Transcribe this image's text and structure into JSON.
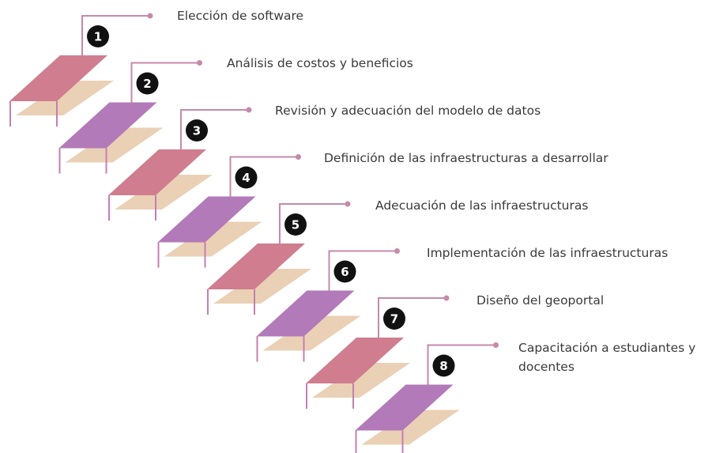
{
  "colors": {
    "pink_plate": "#cf7d8f",
    "purple_plate": "#b27ab8",
    "shadow_plate": "#ead0b5",
    "leg_stroke": "#c47fb2",
    "connector": "#c58aab",
    "badge_fill": "#111111"
  },
  "steps": [
    {
      "number": "1",
      "label": "Elección de software",
      "plate": "pink"
    },
    {
      "number": "2",
      "label": "Análisis de costos y beneficios",
      "plate": "purple"
    },
    {
      "number": "3",
      "label": "Revisión y adecuación del modelo de datos",
      "plate": "pink"
    },
    {
      "number": "4",
      "label": "Definición de las infraestructuras a desarrollar",
      "plate": "purple"
    },
    {
      "number": "5",
      "label": "Adecuación de las infraestructuras",
      "plate": "pink"
    },
    {
      "number": "6",
      "label": "Implementación de las infraestructuras",
      "plate": "purple"
    },
    {
      "number": "7",
      "label": "Diseño del geoportal",
      "plate": "pink"
    },
    {
      "number": "8",
      "label": "Capacitación a estudiantes y docentes",
      "plate": "purple"
    }
  ]
}
